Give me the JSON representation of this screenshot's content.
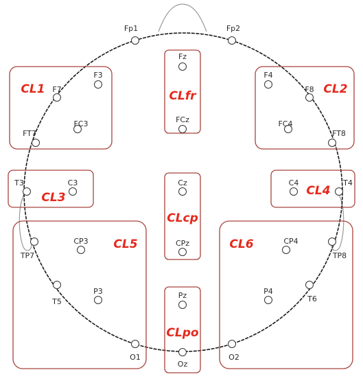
{
  "colors": {
    "head_outline": "#1a1a1a",
    "cluster_box": "#a8433c",
    "cluster_label": "#e5281c",
    "electrode": "#333333",
    "text": "#2a2a2a"
  },
  "clusters": [
    {
      "id": "CL1",
      "label": "CL1"
    },
    {
      "id": "CLfr",
      "label": "CLfr"
    },
    {
      "id": "CL2",
      "label": "CL2"
    },
    {
      "id": "CL3",
      "label": "CL3"
    },
    {
      "id": "CLcp",
      "label": "CLcp"
    },
    {
      "id": "CL4",
      "label": "CL4"
    },
    {
      "id": "CL5",
      "label": "CL5"
    },
    {
      "id": "CL6",
      "label": "CL6"
    },
    {
      "id": "CLpo",
      "label": "CLpo"
    }
  ],
  "electrodes": [
    {
      "id": "Fp1",
      "label": "Fp1"
    },
    {
      "id": "Fp2",
      "label": "Fp2"
    },
    {
      "id": "Fz",
      "label": "Fz"
    },
    {
      "id": "FCz",
      "label": "FCz"
    },
    {
      "id": "F3",
      "label": "F3"
    },
    {
      "id": "F7",
      "label": "F7"
    },
    {
      "id": "FC3",
      "label": "FC3"
    },
    {
      "id": "FT7",
      "label": "FT7"
    },
    {
      "id": "F4",
      "label": "F4"
    },
    {
      "id": "F8",
      "label": "F8"
    },
    {
      "id": "FC4",
      "label": "FC4"
    },
    {
      "id": "FT8",
      "label": "FT8"
    },
    {
      "id": "T3",
      "label": "T3"
    },
    {
      "id": "C3",
      "label": "C3"
    },
    {
      "id": "Cz",
      "label": "Cz"
    },
    {
      "id": "CPz",
      "label": "CPz"
    },
    {
      "id": "C4",
      "label": "C4"
    },
    {
      "id": "T4",
      "label": "T4"
    },
    {
      "id": "TP7",
      "label": "TP7"
    },
    {
      "id": "CP3",
      "label": "CP3"
    },
    {
      "id": "T5",
      "label": "T5"
    },
    {
      "id": "P3",
      "label": "P3"
    },
    {
      "id": "O1",
      "label": "O1"
    },
    {
      "id": "CP4",
      "label": "CP4"
    },
    {
      "id": "TP8",
      "label": "TP8"
    },
    {
      "id": "P4",
      "label": "P4"
    },
    {
      "id": "T6",
      "label": "T6"
    },
    {
      "id": "O2",
      "label": "O2"
    },
    {
      "id": "Pz",
      "label": "Pz"
    },
    {
      "id": "Oz",
      "label": "Oz"
    }
  ]
}
